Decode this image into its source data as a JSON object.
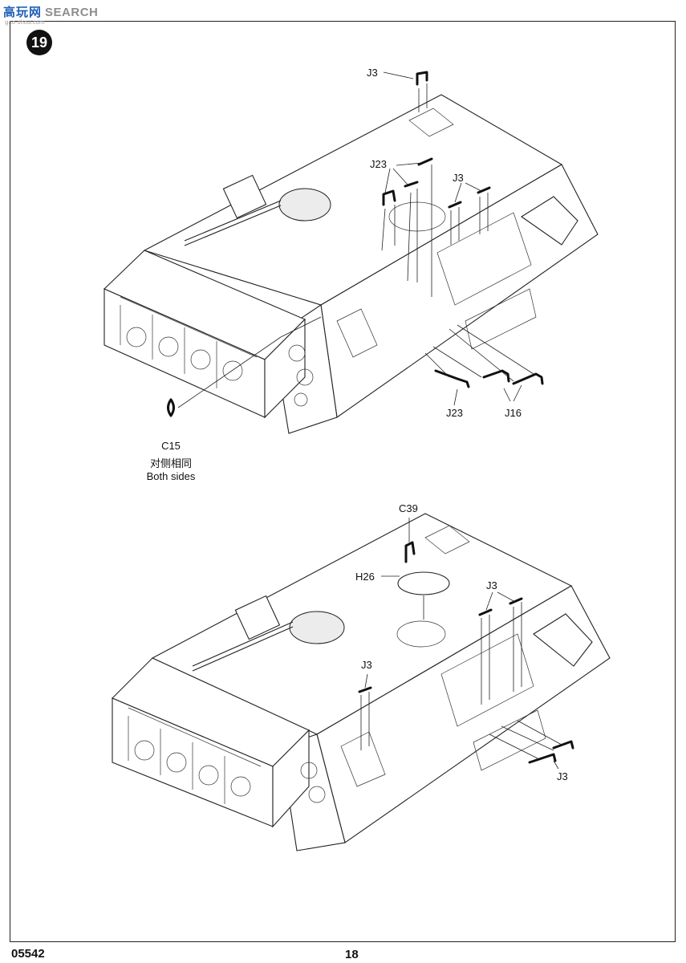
{
  "watermark": {
    "chinese": "高玩网",
    "english": "SEARCH",
    "subtext": "gao-shou.com"
  },
  "step_number": "19",
  "labels": {
    "j3_top": "J3",
    "j23_top": "J23",
    "j3_mid": "J3",
    "j23_bottom": "J23",
    "j16": "J16",
    "c15": "C15",
    "both_sides_cn": "对侧相同",
    "both_sides_en": "Both sides",
    "c39": "C39",
    "h26": "H26",
    "j3_lower_top": "J3",
    "j3_lower_left": "J3",
    "j3_lower_right": "J3"
  },
  "footer": {
    "product_code": "05542",
    "page_number": "18"
  }
}
